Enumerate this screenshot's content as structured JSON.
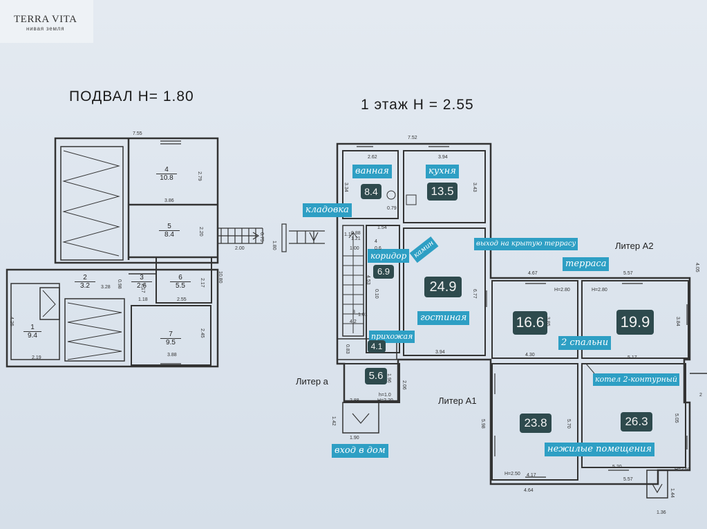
{
  "brand": {
    "name": "TERRA VITA",
    "tagline": "нивая земля"
  },
  "headings": {
    "basement": "ПОДВАЛ  H= 1.80",
    "floor1": "1  этаж H = 2.55"
  },
  "literas": {
    "a": "Литер а",
    "a1": "Литер А1",
    "a2": "Литер А2"
  },
  "room_labels": {
    "bath": "ванная",
    "kitchen": "кухня",
    "pantry": "кладовка",
    "fireplace": "камин",
    "corridor": "коридор",
    "terrace_exit": "выход на крытую террасу",
    "terrace": "терраса",
    "living": "гостиная",
    "bedrooms": "2 спальни",
    "hall": "прихожая",
    "boiler": "котел 2-контурный",
    "entrance": "вход в дом",
    "nonresidential": "нежилые помещения"
  },
  "areas": {
    "bath": "8.4",
    "kitchen": "13.5",
    "corridor": "6.9",
    "living": "24.9",
    "bedroom1": "16.6",
    "bedroom2": "19.9",
    "hall": "4.1",
    "entry": "5.6",
    "nonres1": "23.8",
    "nonres2": "26.3"
  },
  "basement_rooms": [
    {
      "num": "4",
      "area": "10.8"
    },
    {
      "num": "5",
      "area": "8.4"
    },
    {
      "num": "2",
      "area": "3.2"
    },
    {
      "num": "3",
      "area": "2.6"
    },
    {
      "num": "6",
      "area": "5.5"
    },
    {
      "num": "1",
      "area": "9.4"
    },
    {
      "num": "7",
      "area": "9.5"
    }
  ],
  "dimensions": {
    "b_top": "7.55",
    "b_r4w": "3.86",
    "b_r4h": "2.79",
    "b_r5h": "2.20",
    "b_stair": "2.00",
    "b_075": "0.75",
    "b_right": "10.80",
    "b_328": "3.28",
    "b_118": "1.18",
    "b_r6": "2.55",
    "b_217": "2.17",
    "b_r7": "3.88",
    "b_245": "2.45",
    "b_219": "2.19",
    "b_426": "4.26",
    "b_217b": "2.17",
    "b_098": "0.98",
    "b_180": "1.80",
    "f_top": "7.52",
    "f_262": "2.62",
    "f_394": "3.94",
    "f_334": "3.34",
    "f_343": "3.43",
    "f_079": "0.79",
    "f_154": "1.54",
    "f_088": "0.88",
    "f_121": "1.21",
    "f_467": "4.67",
    "f_557": "5.57",
    "f_h280a": "H=2.80",
    "f_h280b": "H=2.80",
    "f_385": "3.85",
    "f_384": "3.84",
    "f_430": "4.30",
    "f_517": "5.17",
    "f_394b": "3.94",
    "f_673": "6.77",
    "f_453": "4.53",
    "f_288": "2.88",
    "f_h220": "H=2.20",
    "f_h10": "h=1.0",
    "f_196": "1.96",
    "f_206": "2.06",
    "f_142": "1.42",
    "f_190": "1.90",
    "f_598": "5.98",
    "f_570": "5.70",
    "f_505": "5.05",
    "f_h250a": "H=2.50",
    "f_h250b": "H=2.50",
    "f_417": "4.17",
    "f_464": "4.64",
    "f_520": "5.20",
    "f_557b": "5.57",
    "f_136": "1.36",
    "f_144": "1.44",
    "f_4_06": "4",
    "f_06": "0.6",
    "f_1_1": "1.1",
    "f_3_42": "3",
    "f_4_2": "4.2",
    "f_101": "1.01",
    "f_083": "0.83",
    "f_100": "1.00",
    "f_010": "0.10",
    "f_cut2": "2",
    "f_cut4": "4.05"
  }
}
